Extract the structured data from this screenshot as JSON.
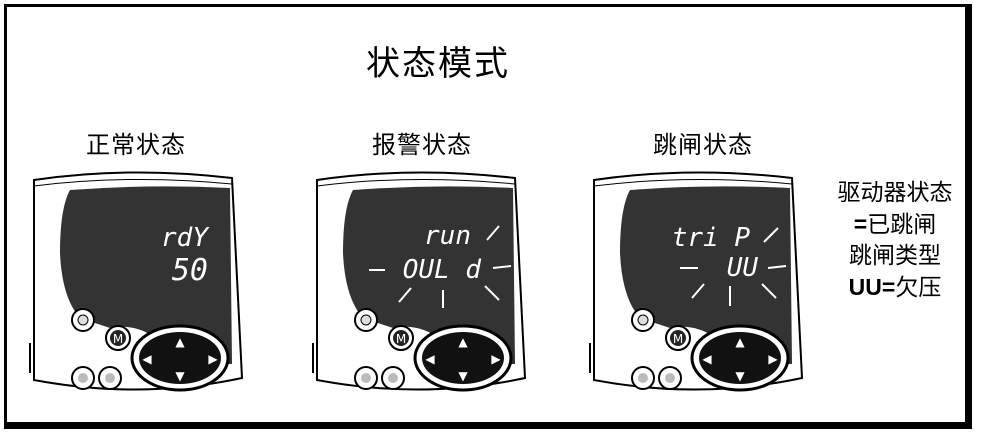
{
  "title": "状态模式",
  "panels": [
    {
      "label": "正常状态",
      "line1": "rdY",
      "line2": "50"
    },
    {
      "label": "报警状态",
      "line1": "run",
      "line2": "OUL d"
    },
    {
      "label": "跳闸状态",
      "line1": "tri P",
      "line2": "UU"
    }
  ],
  "side_notes": {
    "line1": "驱动器状态",
    "line2_eq": "=",
    "line2_text": "已跳闸",
    "line3": "跳闸类型",
    "line4_code": "UU=",
    "line4_text": "欠压"
  },
  "button_glyphs": {
    "mode": "M",
    "up": "▲",
    "down": "▼",
    "left": "◀",
    "right": "▶"
  },
  "colors": {
    "display_bg": "#333333",
    "display_text": "#ffffff",
    "body": "#ffffff",
    "outline": "#000000"
  }
}
